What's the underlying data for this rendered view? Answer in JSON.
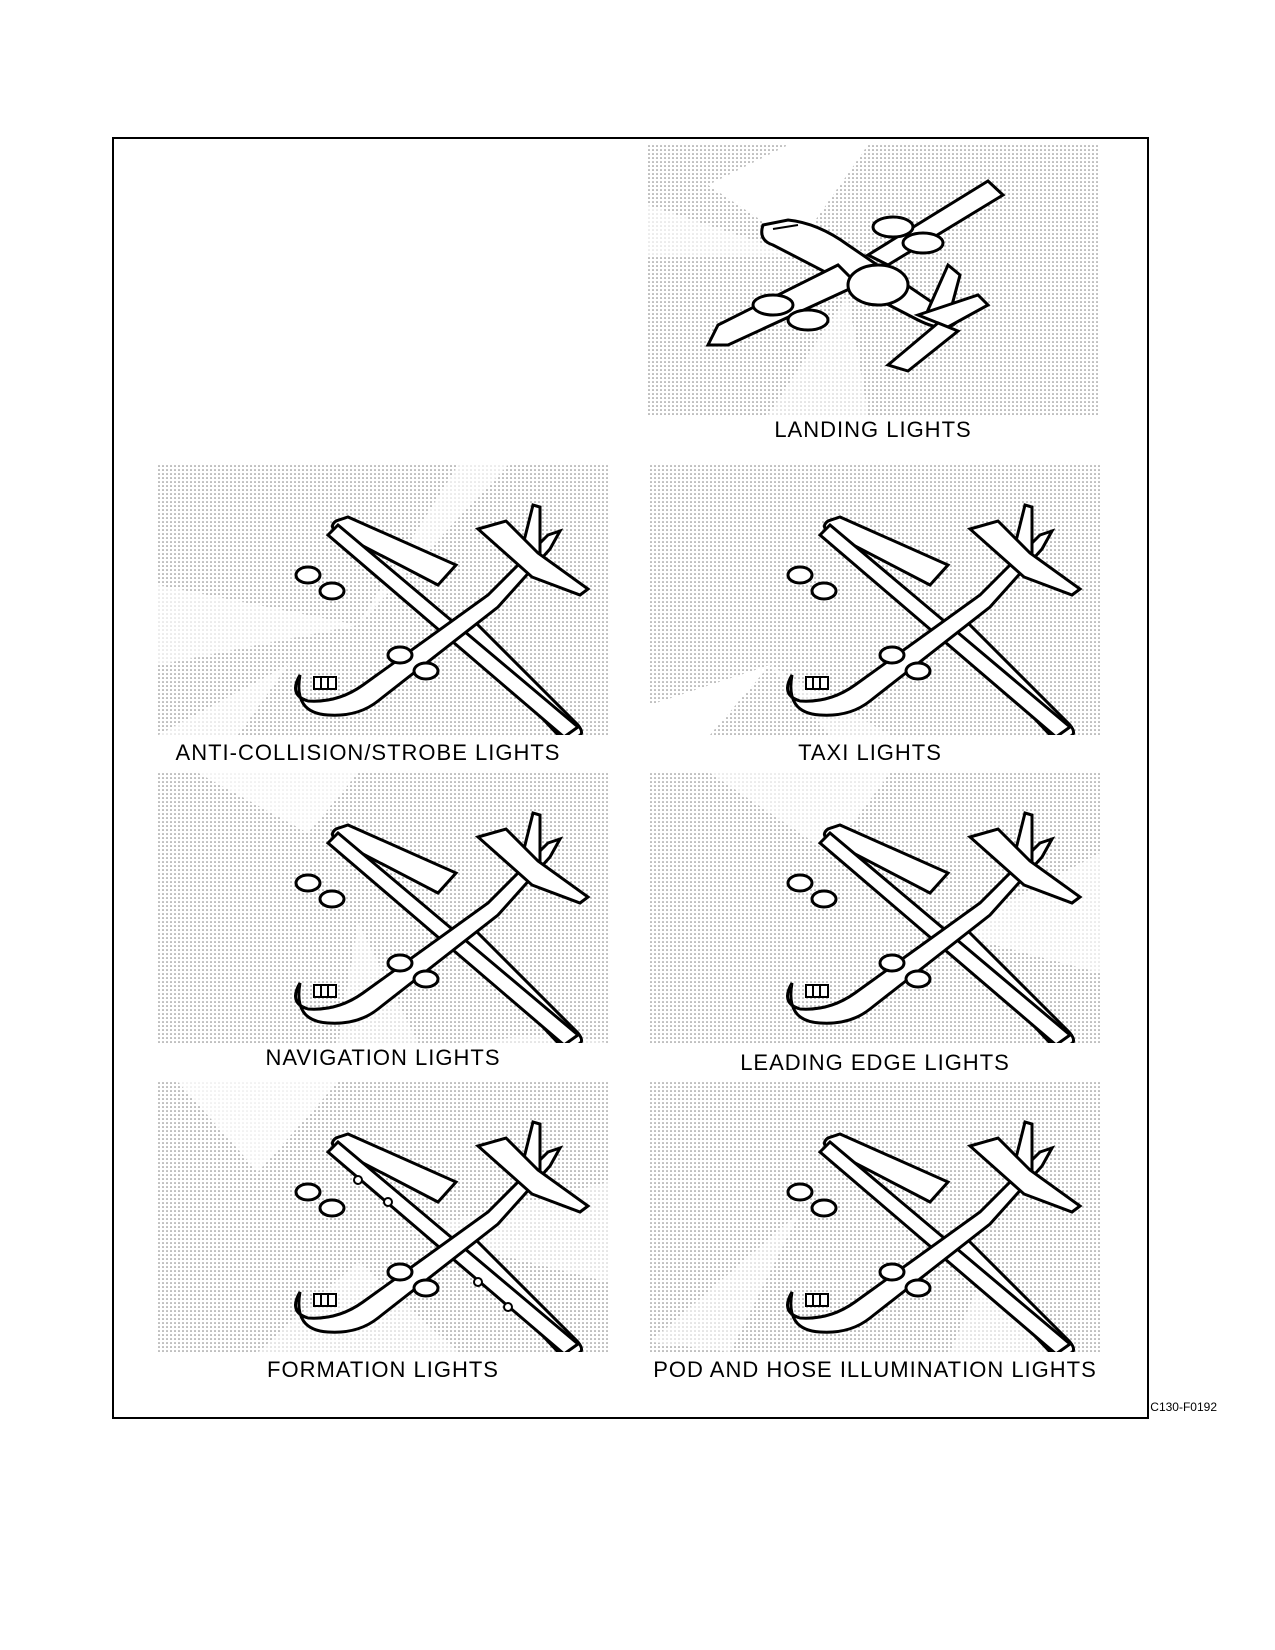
{
  "figure_id": "C130-F0192",
  "panels": [
    {
      "id": "landing",
      "caption": "LANDING LIGHTS",
      "view": "front-left"
    },
    {
      "id": "anti-collision",
      "caption": "ANTI-COLLISION/STROBE LIGHTS",
      "view": "top"
    },
    {
      "id": "taxi",
      "caption": "TAXI LIGHTS",
      "view": "top"
    },
    {
      "id": "navigation",
      "caption": "NAVIGATION LIGHTS",
      "view": "top"
    },
    {
      "id": "leading-edge",
      "caption": "LEADING EDGE LIGHTS",
      "view": "top"
    },
    {
      "id": "formation",
      "caption": "FORMATION LIGHTS",
      "view": "top"
    },
    {
      "id": "pod-hose",
      "caption": "POD AND HOSE ILLUMINATION LIGHTS",
      "view": "top"
    }
  ],
  "colors": {
    "line": "#000000",
    "background": "#ffffff",
    "stipple": "#000000"
  }
}
